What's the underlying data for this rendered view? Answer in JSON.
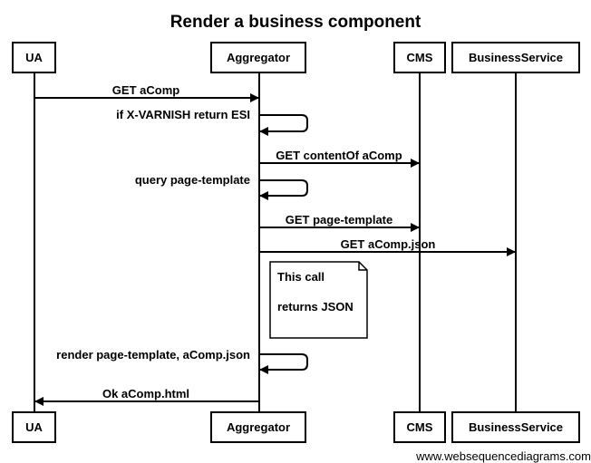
{
  "diagram": {
    "title": "Render a business component",
    "footer": "www.websequencediagrams.com",
    "participants": [
      {
        "id": "ua",
        "label": "UA"
      },
      {
        "id": "aggregator",
        "label": "Aggregator"
      },
      {
        "id": "cms",
        "label": "CMS"
      },
      {
        "id": "businessservice",
        "label": "BusinessService"
      }
    ],
    "messages": [
      {
        "label": "GET aComp",
        "from": "UA",
        "to": "Aggregator"
      },
      {
        "label": "if X-VARNISH return ESI",
        "from": "Aggregator",
        "to": "Aggregator"
      },
      {
        "label": "GET contentOf aComp",
        "from": "Aggregator",
        "to": "CMS"
      },
      {
        "label": "query page-template",
        "from": "Aggregator",
        "to": "Aggregator"
      },
      {
        "label": "GET page-template",
        "from": "Aggregator",
        "to": "CMS"
      },
      {
        "label": "GET aComp.json",
        "from": "Aggregator",
        "to": "BusinessService"
      },
      {
        "label": "render page-template, aComp.json",
        "from": "Aggregator",
        "to": "Aggregator"
      },
      {
        "label": "Ok aComp.html",
        "from": "Aggregator",
        "to": "UA"
      }
    ],
    "note": {
      "lines": [
        "This call",
        "returns JSON"
      ]
    }
  }
}
